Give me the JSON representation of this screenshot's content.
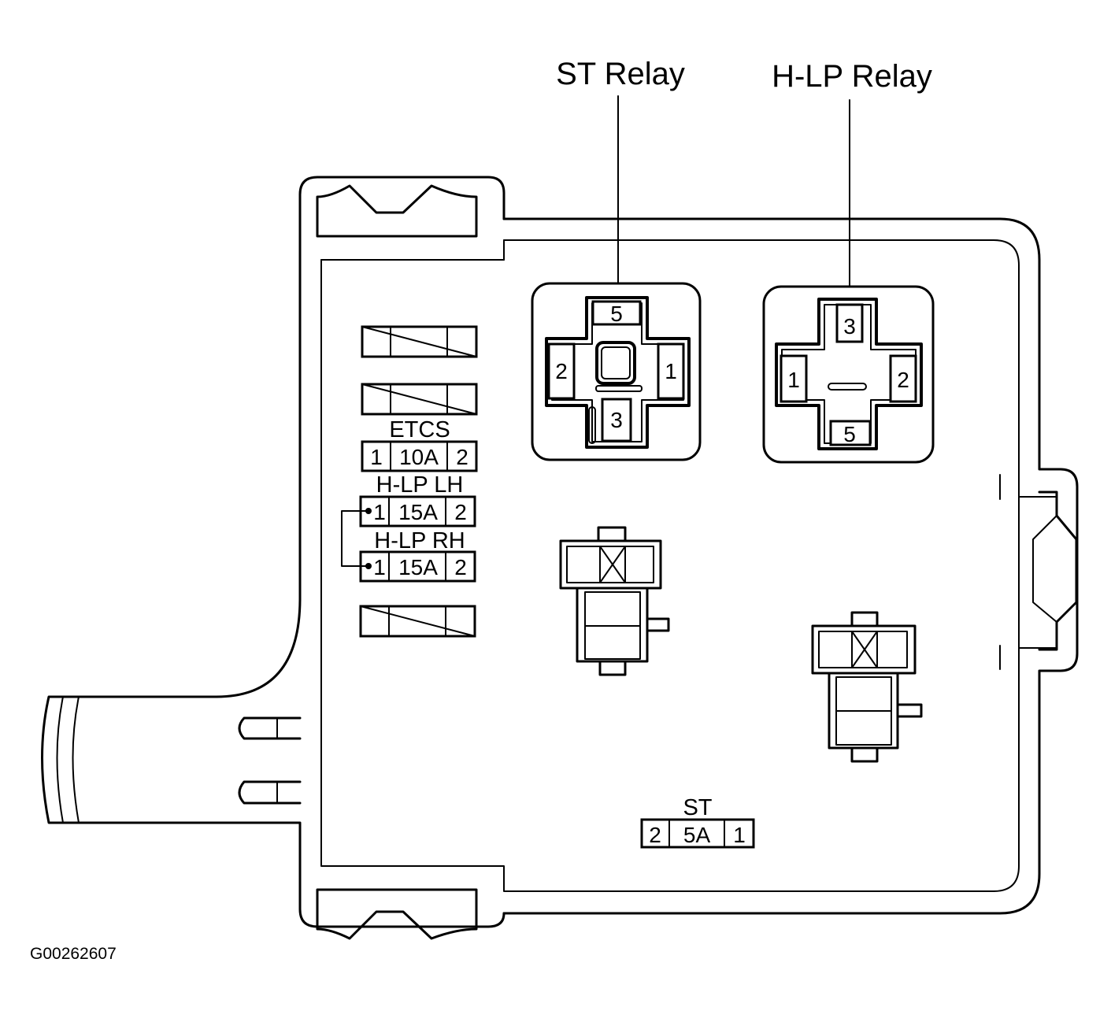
{
  "relays": {
    "st": {
      "label": "ST Relay",
      "pins": {
        "top": "5",
        "left": "2",
        "right": "1",
        "bottom": "3"
      }
    },
    "hlp": {
      "label": "H-LP Relay",
      "pins": {
        "top": "3",
        "left": "1",
        "right": "2",
        "bottom": "5"
      }
    }
  },
  "fuses": {
    "etcs": {
      "name": "ETCS",
      "left": "1",
      "rating": "10A",
      "right": "2"
    },
    "hlp_lh": {
      "name": "H-LP LH",
      "left": "1",
      "rating": "15A",
      "right": "2"
    },
    "hlp_rh": {
      "name": "H-LP RH",
      "left": "1",
      "rating": "15A",
      "right": "2"
    },
    "st": {
      "name": "ST",
      "left": "2",
      "rating": "5A",
      "right": "1"
    }
  },
  "figure_id": "G00262607"
}
